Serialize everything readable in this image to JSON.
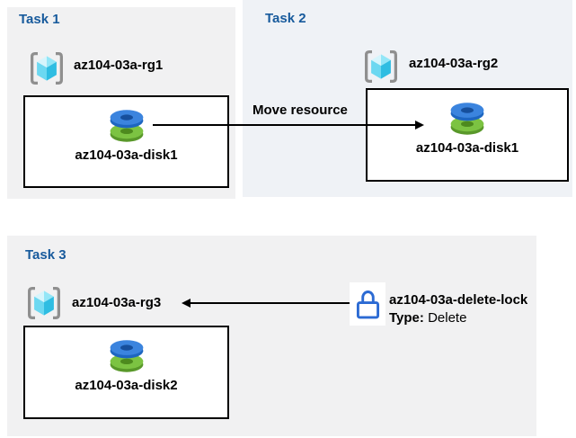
{
  "tasks": [
    {
      "title": "Task 1",
      "resource_group": "az104-03a-rg1",
      "disk": "az104-03a-disk1"
    },
    {
      "title": "Task 2",
      "resource_group": "az104-03a-rg2",
      "disk": "az104-03a-disk1"
    },
    {
      "title": "Task 3",
      "resource_group": "az104-03a-rg3",
      "disk": "az104-03a-disk2"
    }
  ],
  "move_arrow": {
    "label": "Move resource"
  },
  "delete_lock": {
    "name": "az104-03a-delete-lock",
    "type_label": "Type:",
    "type_value": "Delete"
  },
  "icons": {
    "resource_group": "resource-group-icon",
    "disk": "disk-icon",
    "lock": "lock-icon"
  },
  "colors": {
    "panel_bg": "#f1f1f2",
    "panel2_bg": "#eff2f6",
    "title_text": "#175a9c",
    "label_text": "#000000",
    "arrow": "#000000",
    "lock_icon": "#2b6ad3",
    "rg_bracket": "#8f8f8f",
    "cube_light": "#d6f5fc",
    "cube_mid": "#6cd8f1",
    "cube_dark": "#2fbde2",
    "disk_blue_top": "#3b84de",
    "disk_blue_rim": "#1d66c0",
    "disk_blue_hole": "#164f9c",
    "disk_green_top": "#7cc342",
    "disk_green_rim": "#59982a",
    "disk_green_hole": "#4d8a1e"
  }
}
